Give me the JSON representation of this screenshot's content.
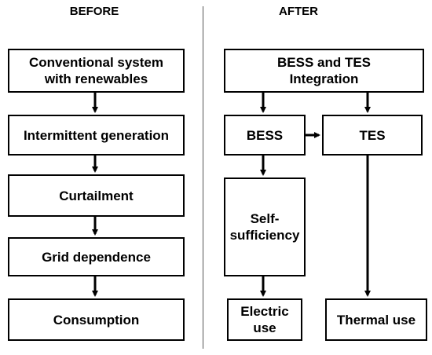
{
  "headings": {
    "before": "BEFORE",
    "after": "AFTER"
  },
  "before_steps": [
    "Conventional system\nwith renewables",
    "Intermittent generation",
    "Curtailment",
    "Grid dependence",
    "Consumption"
  ],
  "after": {
    "integration": "BESS and TES\nIntegration",
    "bess": "BESS",
    "tes": "TES",
    "self_sufficiency": "Self-\nsufficiency",
    "electric_use": "Electric\nuse",
    "thermal_use": "Thermal use"
  }
}
